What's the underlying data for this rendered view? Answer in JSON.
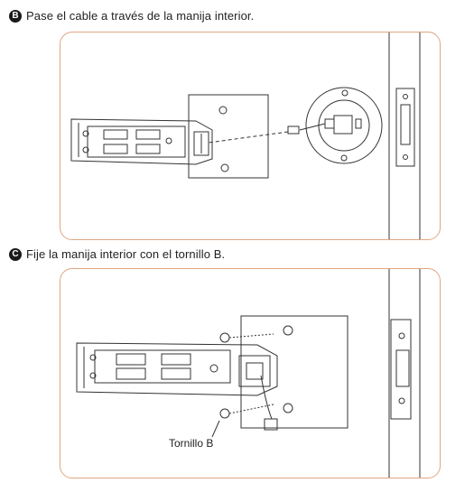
{
  "steps": [
    {
      "badge": "B",
      "text": "Pase el cable a través de la manija interior."
    },
    {
      "badge": "C",
      "text": "Fije la manija interior con el tornillo B."
    }
  ],
  "callouts": {
    "screw_label": "Tornillo B"
  },
  "colors": {
    "panel_border": "#e0a582",
    "line": "#333333",
    "badge_bg": "#1a1a1a"
  }
}
